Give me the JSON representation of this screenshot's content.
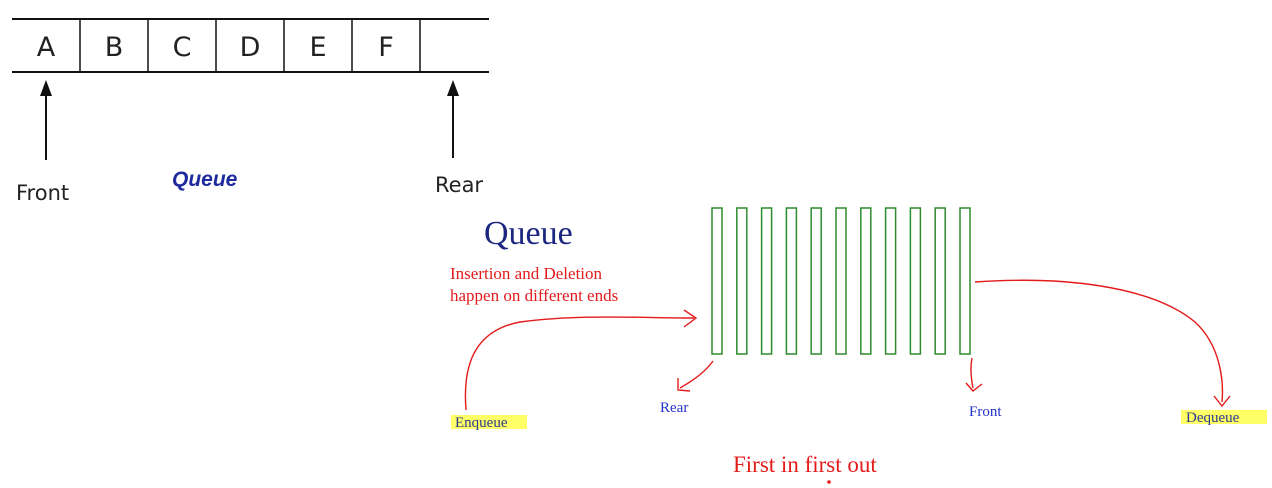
{
  "top_diagram": {
    "cells": [
      "A",
      "B",
      "C",
      "D",
      "E",
      "F",
      ""
    ],
    "front_label": "Front",
    "rear_label": "Rear",
    "caption": "Queue"
  },
  "bottom_diagram": {
    "title": "Queue",
    "description_line1": "Insertion and Deletion",
    "description_line2": "happen on different ends",
    "enqueue_label": "Enqueue",
    "rear_label": "Rear",
    "front_label": "Front",
    "dequeue_label": "Dequeue",
    "footer": "First in first out",
    "slot_count": 11
  },
  "colors": {
    "slot_stroke": "#2e8b2e",
    "arrow_red": "#e31b1b",
    "highlight": "#ffff66",
    "title_blue": "#1c2880"
  }
}
